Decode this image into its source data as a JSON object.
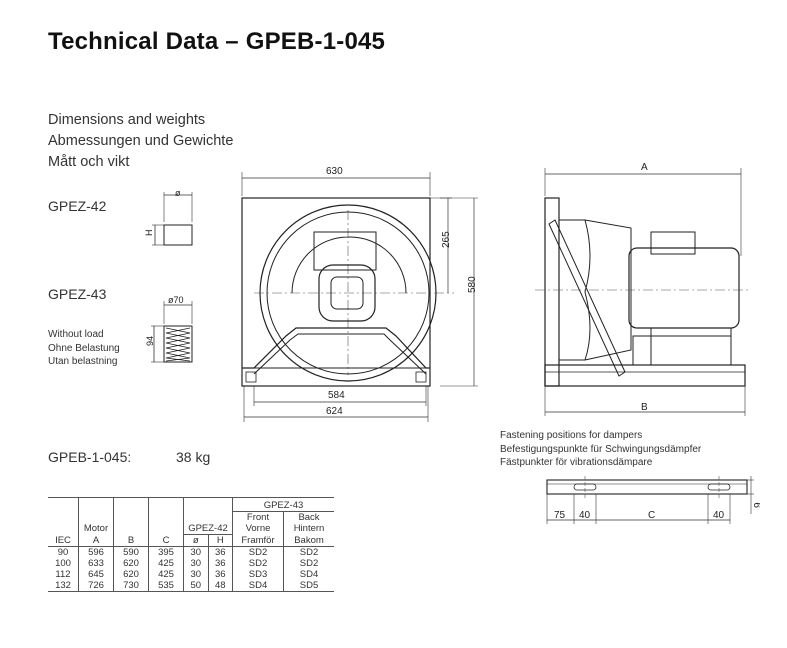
{
  "title": "Technical Data – GPEB-1-045",
  "subtitle": [
    "Dimensions and weights",
    "Abmessungen und Gewichte",
    "Mått och vikt"
  ],
  "gpez42": {
    "label": "GPEZ-42",
    "dim_phi": "ø",
    "dim_h": "H"
  },
  "gpez43": {
    "label": "GPEZ-43",
    "dim_phi": "ø70",
    "dim_h": "94"
  },
  "load_note": [
    "Without load",
    "Ohne Belastung",
    "Utan belastning"
  ],
  "front_view": {
    "width_top": "630",
    "height_upper": "265",
    "height_total": "580",
    "width_inner": "584",
    "width_base": "624"
  },
  "side_view": {
    "dim_a": "A",
    "dim_b": "B"
  },
  "fastening": {
    "lines": [
      "Fastening positions for dampers",
      "Befestigungspunkte für Schwingungsdämpfer",
      "Fästpunkter för vibrationsdämpare"
    ],
    "d1": "75",
    "d2": "40",
    "dc": "C",
    "d3": "40",
    "h": "9"
  },
  "weight": {
    "label": "GPEB-1-045:",
    "value": "38 kg"
  },
  "table": {
    "group_header": "GPEZ-43",
    "headers": {
      "iec": "IEC",
      "motor": "Motor",
      "a": "A",
      "b": "B",
      "c": "C",
      "gpez42": "GPEZ-42",
      "phi": "ø",
      "h": "H",
      "front": [
        "Front",
        "Vorne",
        "Framför"
      ],
      "back": [
        "Back",
        "Hintern",
        "Bakom"
      ]
    },
    "rows": [
      [
        "90",
        "596",
        "590",
        "395",
        "30",
        "36",
        "SD2",
        "SD2"
      ],
      [
        "100",
        "633",
        "620",
        "425",
        "30",
        "36",
        "SD2",
        "SD2"
      ],
      [
        "112",
        "645",
        "620",
        "425",
        "30",
        "36",
        "SD3",
        "SD4"
      ],
      [
        "132",
        "726",
        "730",
        "535",
        "50",
        "48",
        "SD4",
        "SD5"
      ]
    ]
  }
}
